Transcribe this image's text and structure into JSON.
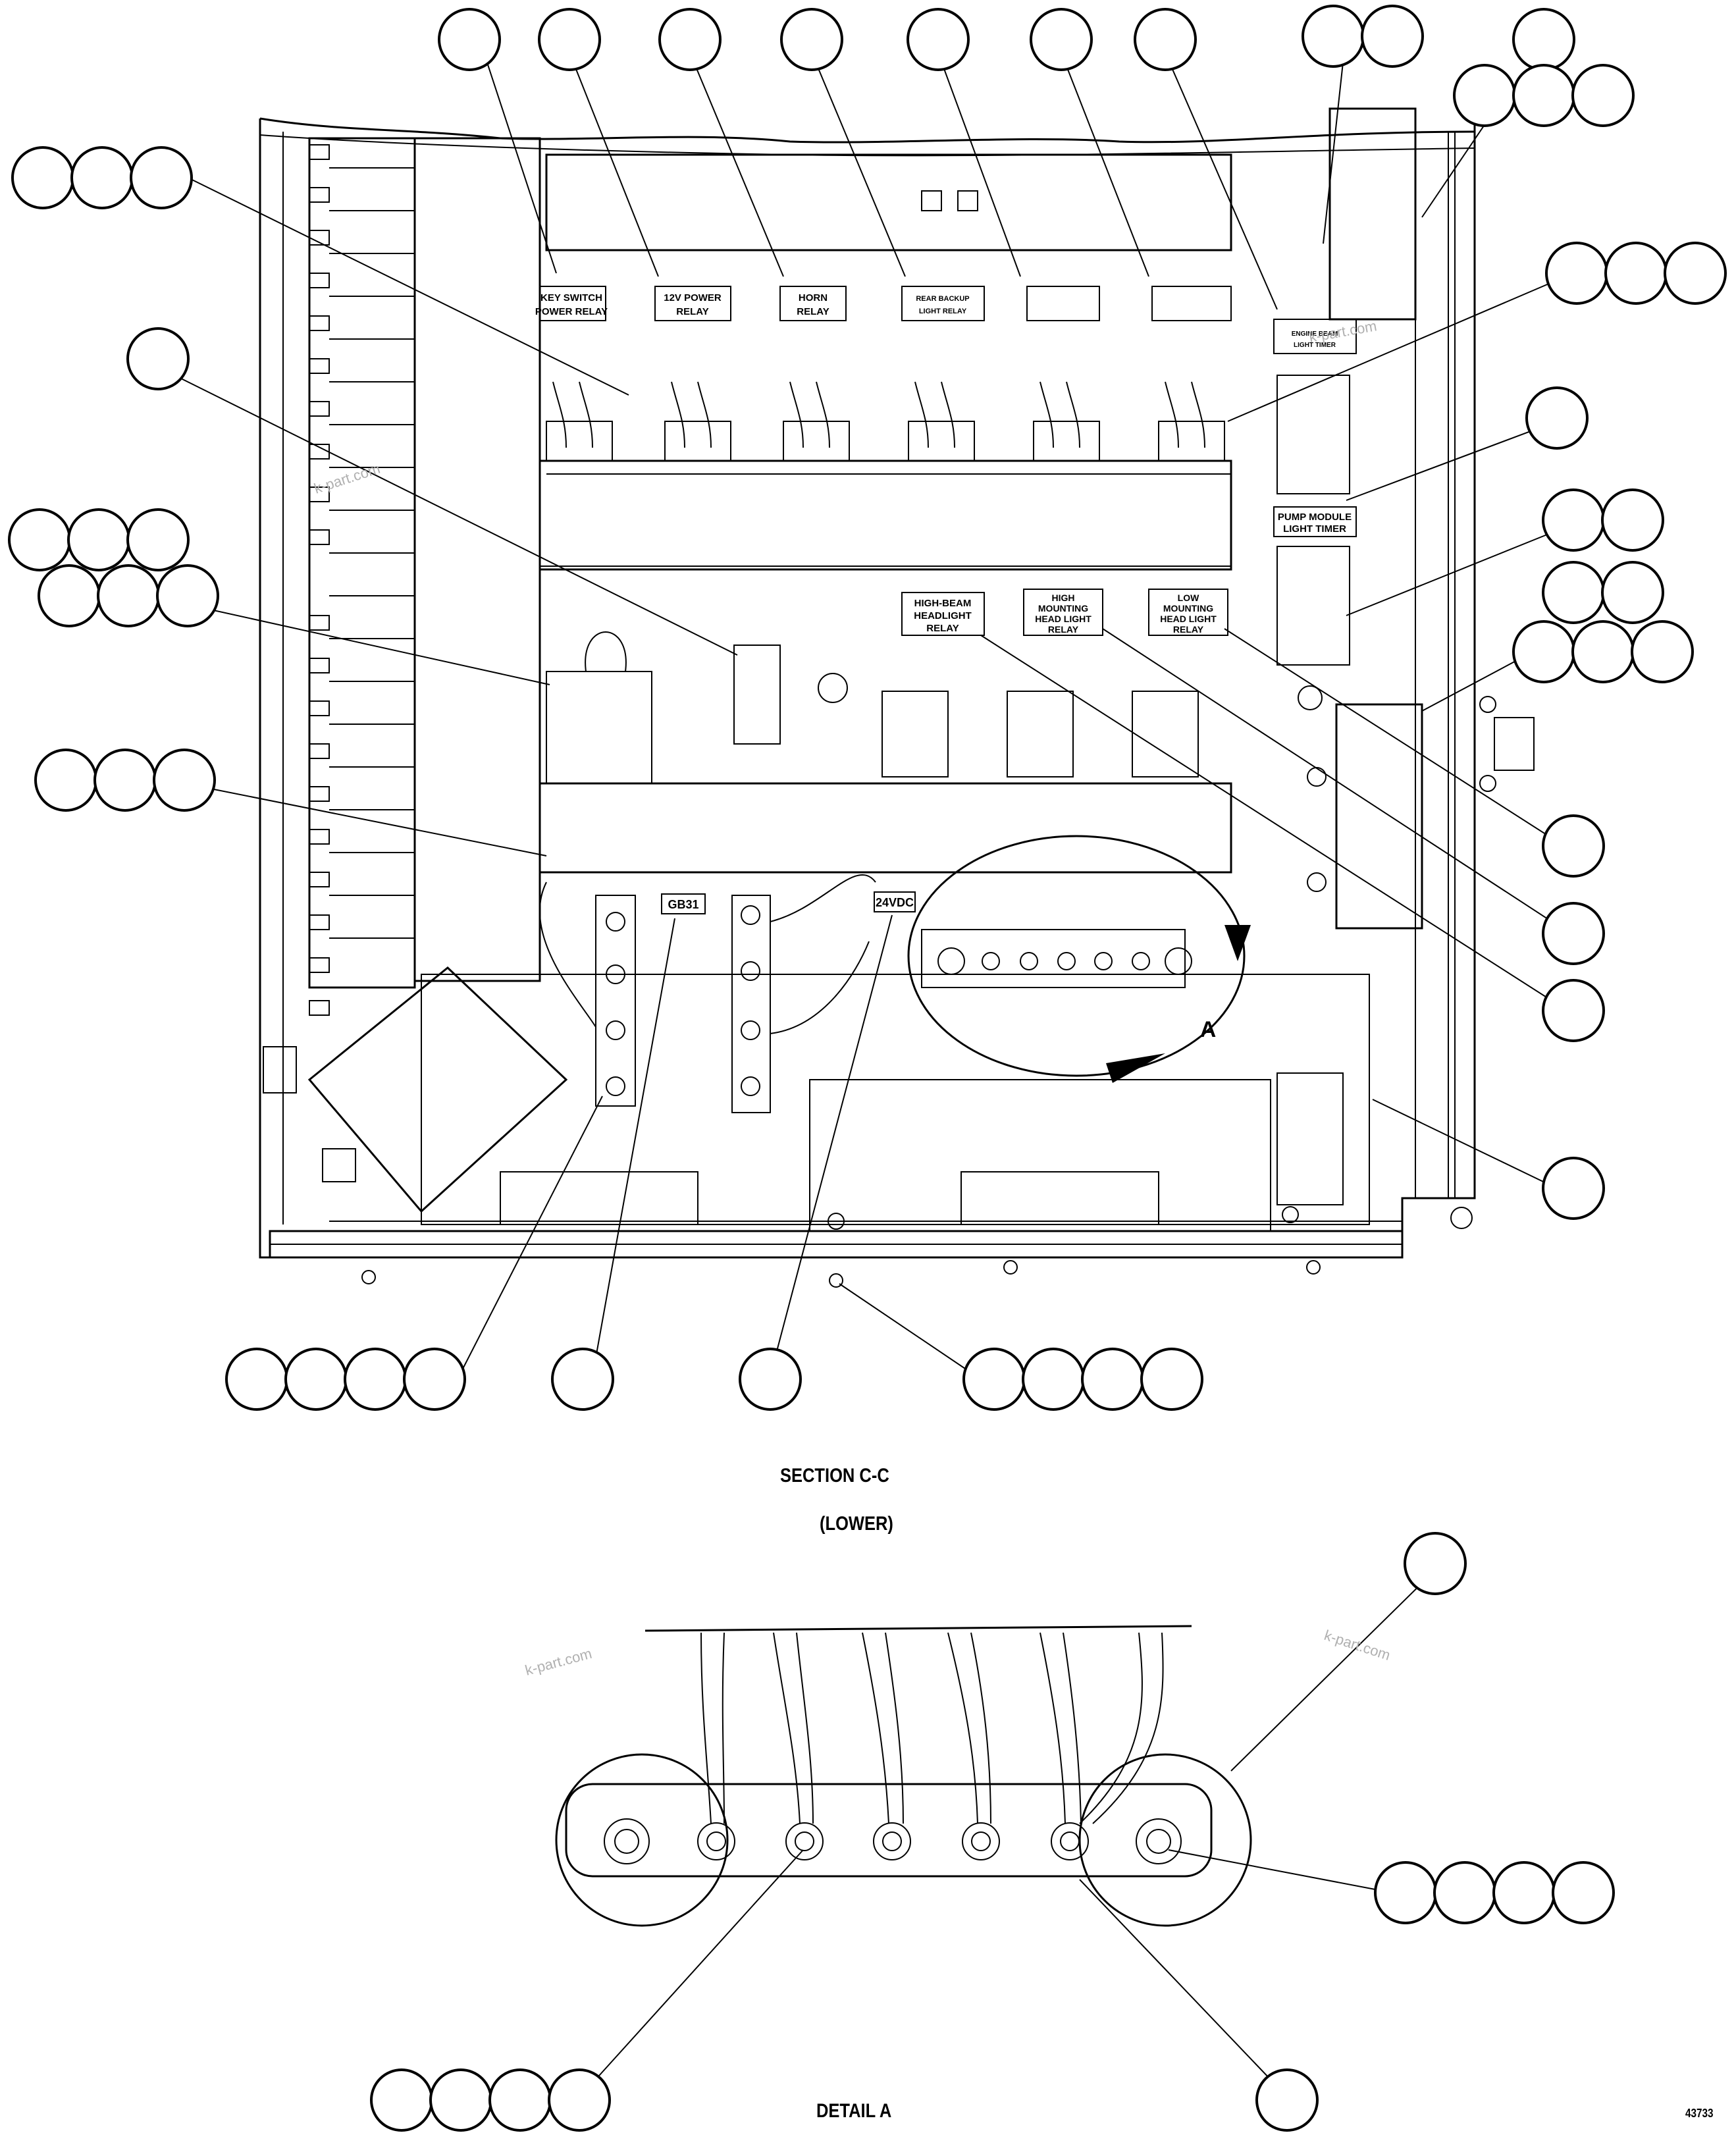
{
  "relay_labels": {
    "key_switch_1": "KEY SWITCH",
    "key_switch_2": "POWER RELAY",
    "v12_1": "12V POWER",
    "v12_2": "RELAY",
    "horn_1": "HORN",
    "horn_2": "RELAY",
    "rear_backup_1": "REAR BACKUP",
    "rear_backup_2": "LIGHT RELAY",
    "engine_beam_1": "ENGINE BEAM",
    "engine_beam_2": "LIGHT TIMER",
    "pump_module_1": "PUMP MODULE",
    "pump_module_2": "LIGHT TIMER",
    "high_beam_1": "HIGH-BEAM",
    "high_beam_2": "HEADLIGHT",
    "high_beam_3": "RELAY",
    "high_mount_1": "HIGH",
    "high_mount_2": "MOUNTING",
    "high_mount_3": "HEAD LIGHT",
    "high_mount_4": "RELAY",
    "low_mount_1": "LOW",
    "low_mount_2": "MOUNTING",
    "low_mount_3": "HEAD LIGHT",
    "low_mount_4": "RELAY",
    "gb31": "GB31",
    "v24dc": "24VDC",
    "detail_letter": "A"
  },
  "captions": {
    "section": "SECTION C-C",
    "section_sub": "(LOWER)",
    "detail": "DETAIL A",
    "drawing_number": "43733"
  },
  "watermarks": [
    "k-part.com",
    "k-part.com",
    "k-part.com",
    "k-part.com"
  ]
}
